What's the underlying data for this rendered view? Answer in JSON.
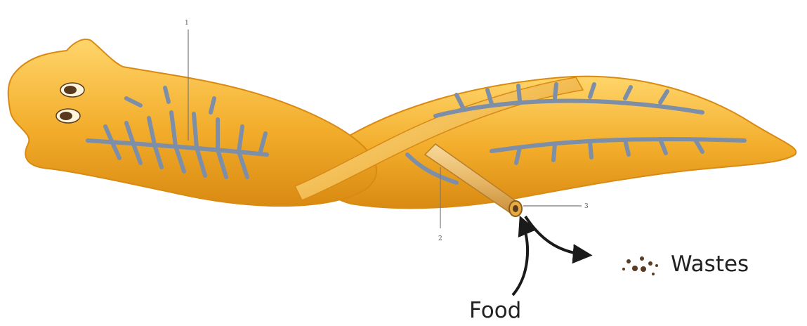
{
  "diagram": {
    "labels": {
      "marker_1": "1",
      "marker_2": "2",
      "marker_3": "3",
      "wastes": "Wastes",
      "food": "Food"
    },
    "colors": {
      "body_fill": "#f2ac2a",
      "body_highlight": "#ffd56a",
      "body_outline": "#d98a12",
      "gut": "#7d8fa8",
      "pharynx": "#e2b36a",
      "eye_spot": "#5a3a1e",
      "arrow": "#1a1a1a",
      "waste_particles": "#5b3a22",
      "leader_line": "#777777"
    }
  }
}
